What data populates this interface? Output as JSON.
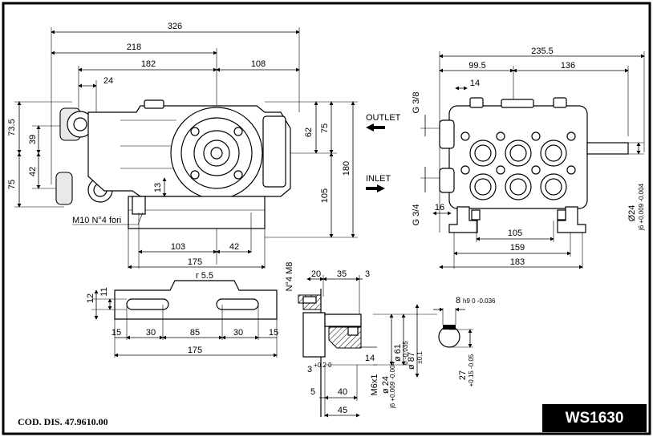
{
  "drawing": {
    "code": "COD. DIS. 47.9610.00",
    "model": "WS1630"
  },
  "labels": {
    "outlet": "OUTLET",
    "inlet": "INLET",
    "mount_holes": "M10 N°4 fori",
    "port_outlet": "G 3/8",
    "port_inlet": "G 3/4",
    "studs": "N°4 M8",
    "radius": "r 5.5",
    "shaft_thread": "M6x1"
  },
  "dims": {
    "d326": "326",
    "d218": "218",
    "d182": "182",
    "d108": "108",
    "d24": "24",
    "d73_5": "73.5",
    "d39": "39",
    "d42": "42",
    "d75": "75",
    "d62": "62",
    "d13": "13",
    "d180": "180",
    "d105": "105",
    "d103": "103",
    "d42b": "42",
    "d175": "175",
    "d235_5": "235.5",
    "d99_5": "99.5",
    "d136": "136",
    "d14": "14",
    "d16": "16",
    "d105b": "105",
    "d159": "159",
    "d183": "183",
    "d24_shaft": "Ø24",
    "d12": "12",
    "d11": "11",
    "d15a": "15",
    "d30a": "30",
    "d85": "85",
    "d30b": "30",
    "d15b": "15",
    "d175b": "175",
    "d20": "20",
    "d35": "35",
    "d3": "3",
    "d14b": "14",
    "d5": "5",
    "d40": "40",
    "d45": "45",
    "d3_tol": "3",
    "d24_tol": "ø 24",
    "d61_tol": "ø 61",
    "d87": "ø 87",
    "d8": "8",
    "d27": "27"
  },
  "tolerances": {
    "shaft24": "j6 +0.009 -0.004",
    "h9": "h9 0 -0.036",
    "t3": "+0.2 0",
    "t61": "0 -0.035",
    "t87": "±0.1",
    "t27": "+0.15 -0.05"
  }
}
